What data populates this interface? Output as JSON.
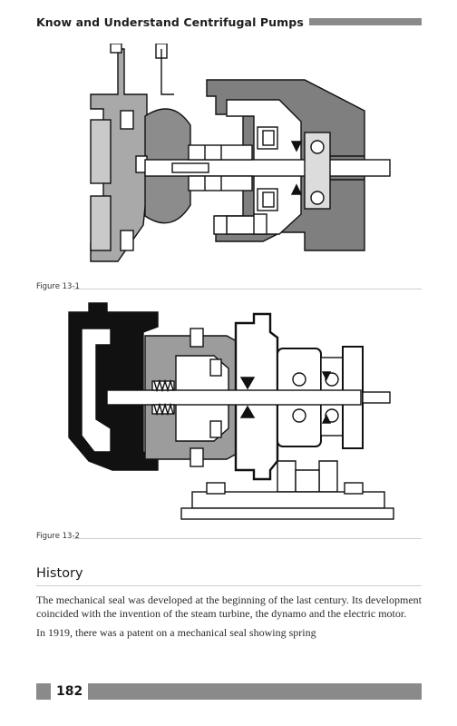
{
  "header": {
    "title": "Know and Understand Centrifugal Pumps"
  },
  "figures": [
    {
      "caption": "Figure 13-1"
    },
    {
      "caption": "Figure 13-2"
    }
  ],
  "section": {
    "heading": "History",
    "paragraphs": [
      "The mechanical seal was developed at the beginning of the last century. Its development coincided with the invention of the steam turbine, the dynamo and the electric motor.",
      "In 1919, there was a patent on a mechanical seal showing spring"
    ]
  },
  "footer": {
    "page_number": "182"
  },
  "colors": {
    "bar": "#8a8a8a",
    "gray_fill": "#8c8c8c",
    "light_fill": "#d9d9d9",
    "ink": "#111111"
  }
}
